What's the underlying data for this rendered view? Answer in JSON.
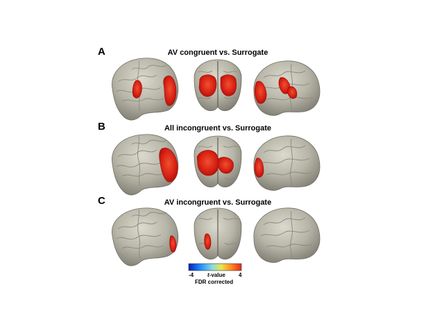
{
  "panels": [
    {
      "letter": "A",
      "title": "AV congruent vs. Surrogate",
      "views": [
        "left-lateral",
        "posterior",
        "right-lateral"
      ]
    },
    {
      "letter": "B",
      "title": "All incongruent vs. Surrogate",
      "views": [
        "left-lateral",
        "posterior",
        "right-lateral"
      ]
    },
    {
      "letter": "C",
      "title": "AV incongruent vs. Surrogate",
      "views": [
        "left-lateral",
        "posterior",
        "right-lateral"
      ]
    }
  ],
  "colorbar": {
    "min_label": "-4",
    "max_label": "4",
    "t_label": "t",
    "value_label": "-value",
    "note": "FDR corrected",
    "range": [
      -4,
      4
    ],
    "colors": [
      "#0a1eb4",
      "#1e8cff",
      "#8cdcdc",
      "#e6e650",
      "#ff8c1e",
      "#e6281e"
    ]
  },
  "colors": {
    "brain_surface": "#b9b7a9",
    "brain_shadow": "#7d7b70",
    "activation": "#d41c12",
    "activation_light": "#ec4a30"
  }
}
